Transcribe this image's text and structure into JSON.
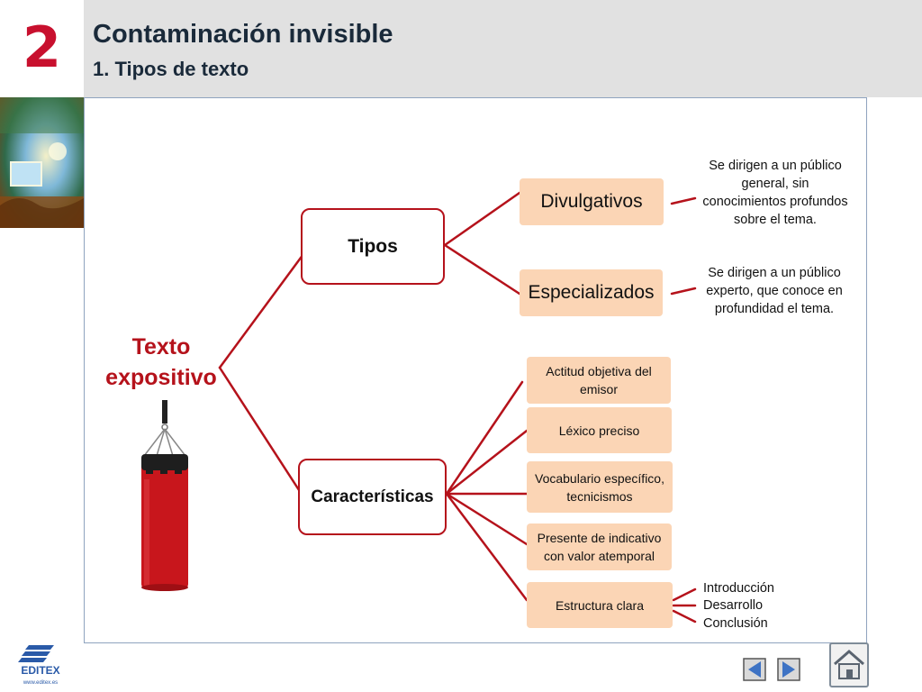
{
  "header": {
    "unit_number": "2",
    "title": "Contaminación invisible",
    "subtitle": "1. Tipos de texto"
  },
  "diagram": {
    "root": "Texto expositivo",
    "branches": [
      {
        "label": "Tipos",
        "children": [
          {
            "label": "Divulgativos",
            "note": "Se dirigen a un público general, sin conocimientos profundos sobre el tema."
          },
          {
            "label": "Especializados",
            "note": "Se dirigen a un público experto, que conoce en profundidad el tema."
          }
        ]
      },
      {
        "label": "Características",
        "children": [
          {
            "label": "Actitud objetiva del emisor"
          },
          {
            "label": "Léxico preciso"
          },
          {
            "label": "Vocabulario específico, tecnicismos"
          },
          {
            "label": "Presente de indicativo con valor atemporal"
          },
          {
            "label": "Estructura clara",
            "parts": [
              "Introducción",
              "Desarrollo",
              "Conclusión"
            ]
          }
        ]
      }
    ]
  },
  "footer": {
    "brand": "EDITEX",
    "brand_url": "www.editex.es"
  },
  "colors": {
    "accent_red": "#b5121b",
    "node_fill": "#fbd5b5",
    "header_gray": "#e1e1e1",
    "nav_blue": "#3e73c4"
  }
}
